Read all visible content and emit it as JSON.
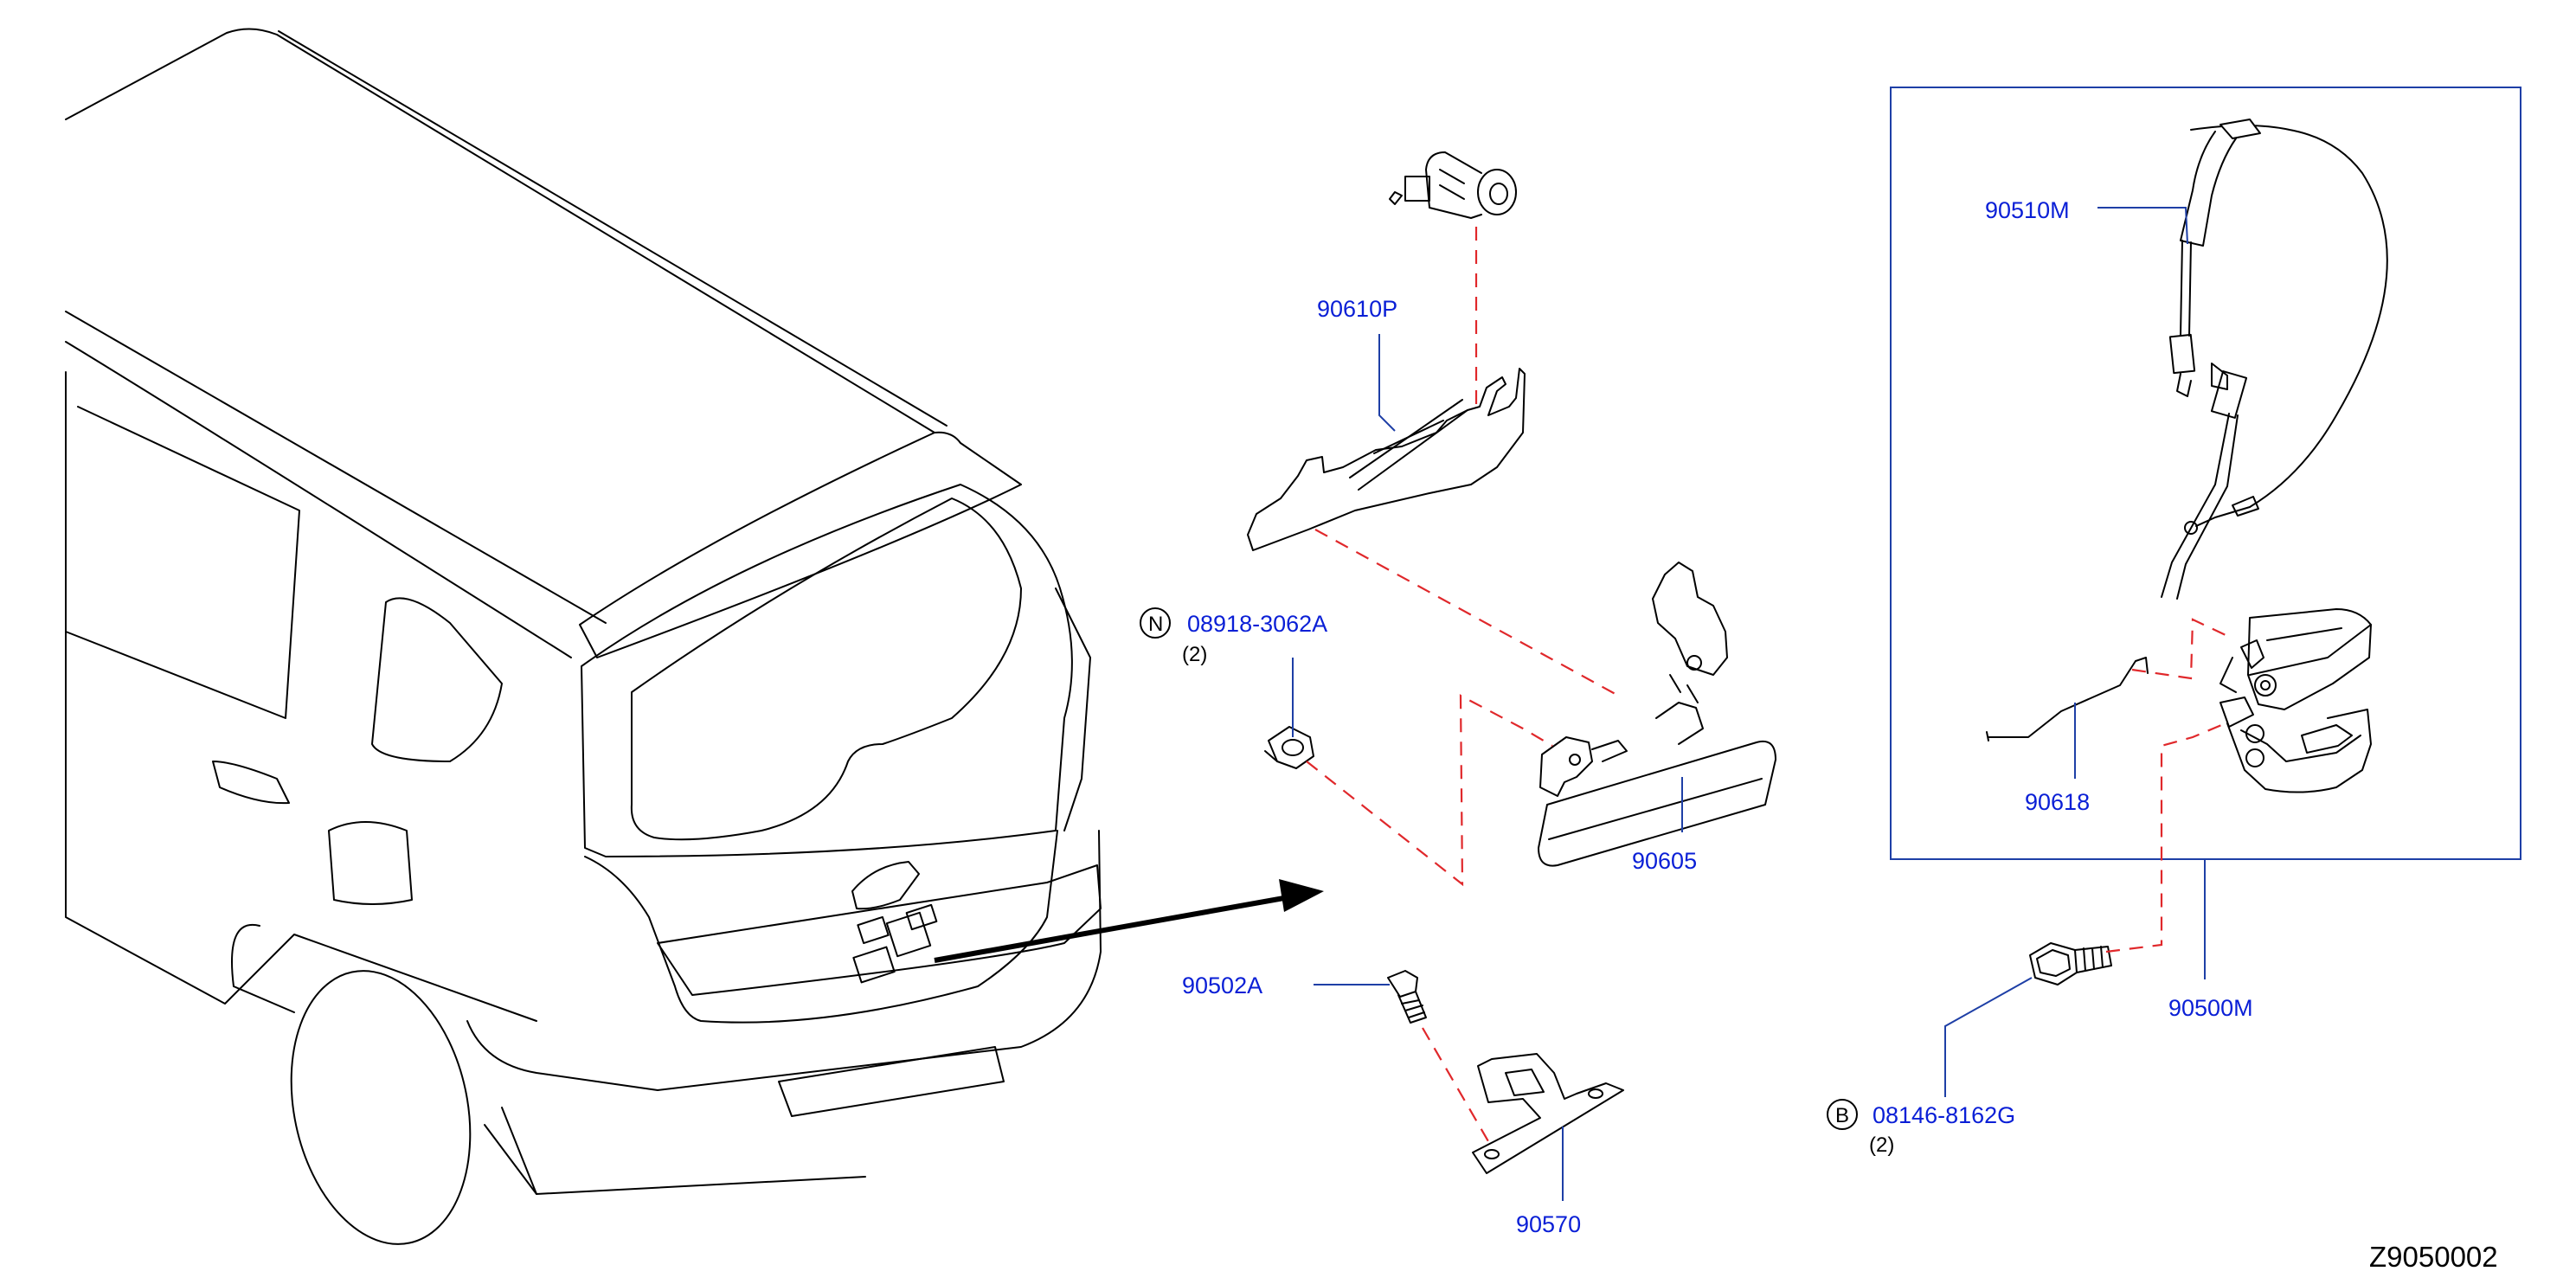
{
  "parts": {
    "p90610P": "90610P",
    "p08918": "08918-3062A",
    "p08918_qty": "(2)",
    "p08918_code": "N",
    "p90605": "90605",
    "p90502A": "90502A",
    "p90570": "90570",
    "p90510M": "90510M",
    "p90618": "90618",
    "p90500M": "90500M",
    "p08146": "08146-8162G",
    "p08146_qty": "(2)",
    "p08146_code": "B"
  },
  "diagram_id": "Z9050002",
  "colors": {
    "label": "#0a1fd6",
    "leader": "#1e3fa6",
    "dashed_guide": "#e0282b",
    "line_art": "#000000"
  }
}
